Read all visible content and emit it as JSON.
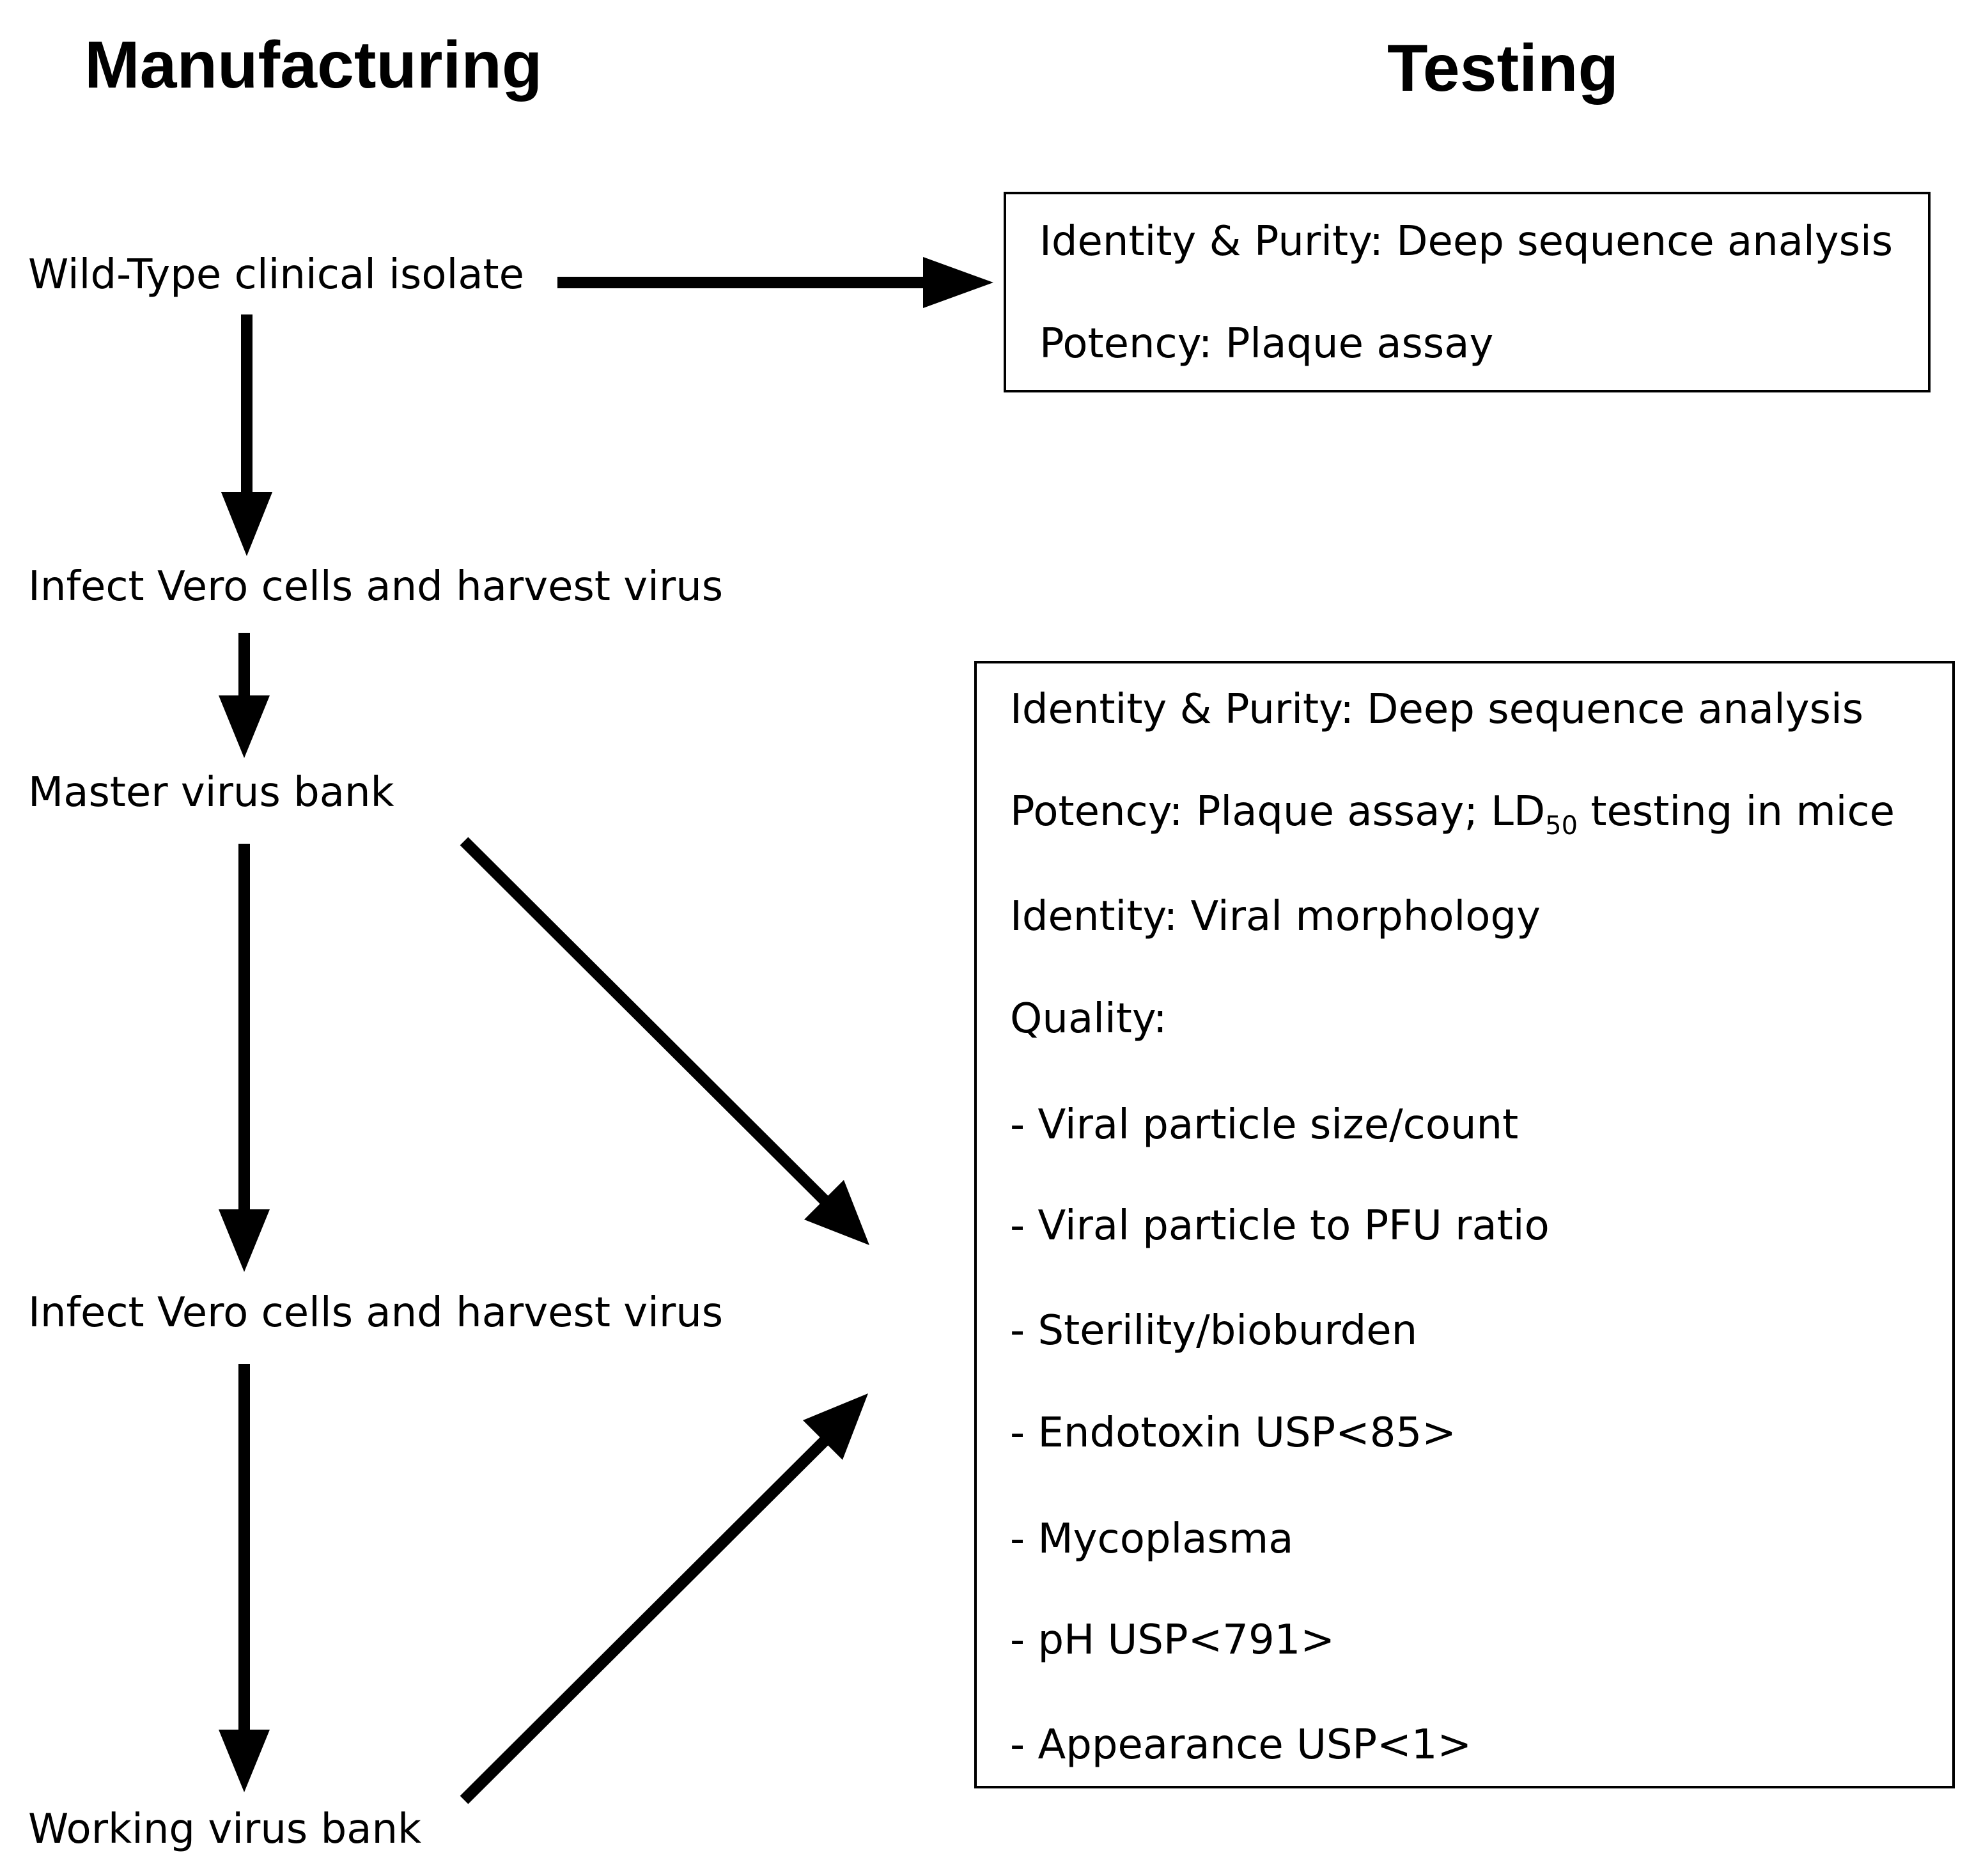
{
  "headings": {
    "manufacturing": "Manufacturing",
    "testing": "Testing"
  },
  "steps": [
    "Wild-Type clinical isolate",
    "Infect Vero cells and harvest virus",
    "Master virus bank",
    "Infect Vero cells and harvest virus",
    "Working virus bank"
  ],
  "box_1": {
    "lines": [
      "Identity & Purity: Deep sequence analysis",
      "Potency: Plaque assay"
    ]
  },
  "box_2": {
    "line_1": "Identity & Purity: Deep sequence analysis",
    "potency_prefix": "Potency: Plaque assay; LD",
    "potency_sub": "50",
    "potency_suffix": " testing in mice",
    "lines_rest": [
      "Identity: Viral morphology",
      "Quality:",
      "- Viral particle size/count",
      "- Viral particle to PFU ratio",
      "- Sterility/bioburden",
      "- Endotoxin USP<85>",
      "- Mycoplasma",
      "- pH USP<791>",
      "- Appearance USP<1>"
    ]
  },
  "colors": {
    "ink": "#000000",
    "background": "#ffffff"
  }
}
